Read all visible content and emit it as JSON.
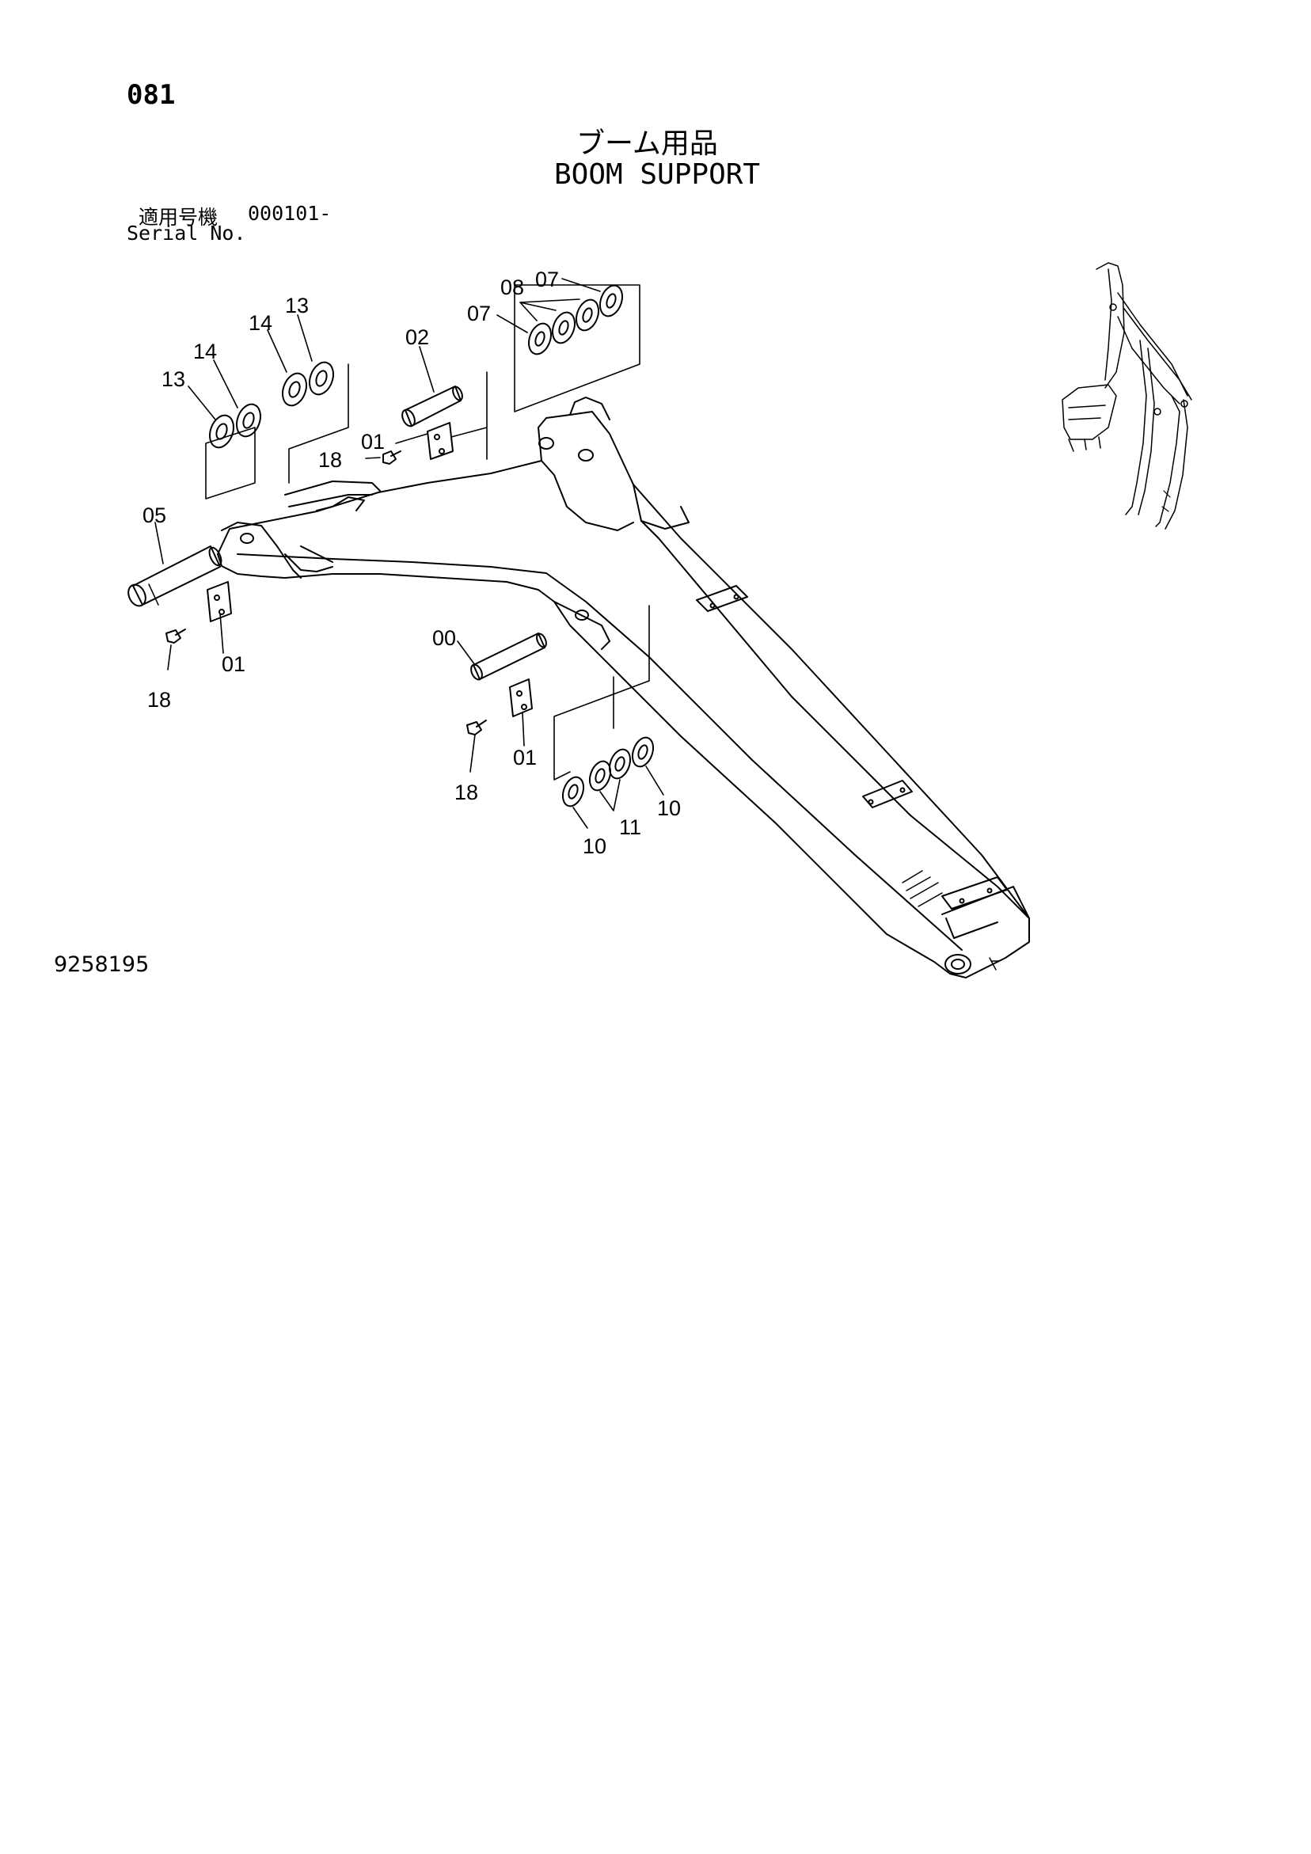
{
  "header": {
    "page_number": "081",
    "title_jp": "ブーム用品",
    "title_en": "BOOM SUPPORT",
    "serial_label_jp": "適用号機",
    "serial_range": "000101-",
    "serial_label_en": "Serial No."
  },
  "footer": {
    "drawing_number": "9258195"
  },
  "callouts": [
    {
      "id": "c13a",
      "label": "13"
    },
    {
      "id": "c14a",
      "label": "14"
    },
    {
      "id": "c14b",
      "label": "14"
    },
    {
      "id": "c13b",
      "label": "13"
    },
    {
      "id": "c02",
      "label": "02"
    },
    {
      "id": "c01a",
      "label": "01"
    },
    {
      "id": "c18a",
      "label": "18"
    },
    {
      "id": "c08",
      "label": "08"
    },
    {
      "id": "c07a",
      "label": "07"
    },
    {
      "id": "c07b",
      "label": "07"
    },
    {
      "id": "c05",
      "label": "05"
    },
    {
      "id": "c01b",
      "label": "01"
    },
    {
      "id": "c18b",
      "label": "18"
    },
    {
      "id": "c00",
      "label": "00"
    },
    {
      "id": "c01c",
      "label": "01"
    },
    {
      "id": "c18c",
      "label": "18"
    },
    {
      "id": "c10a",
      "label": "10"
    },
    {
      "id": "c11",
      "label": "11"
    },
    {
      "id": "c10b",
      "label": "10"
    }
  ]
}
